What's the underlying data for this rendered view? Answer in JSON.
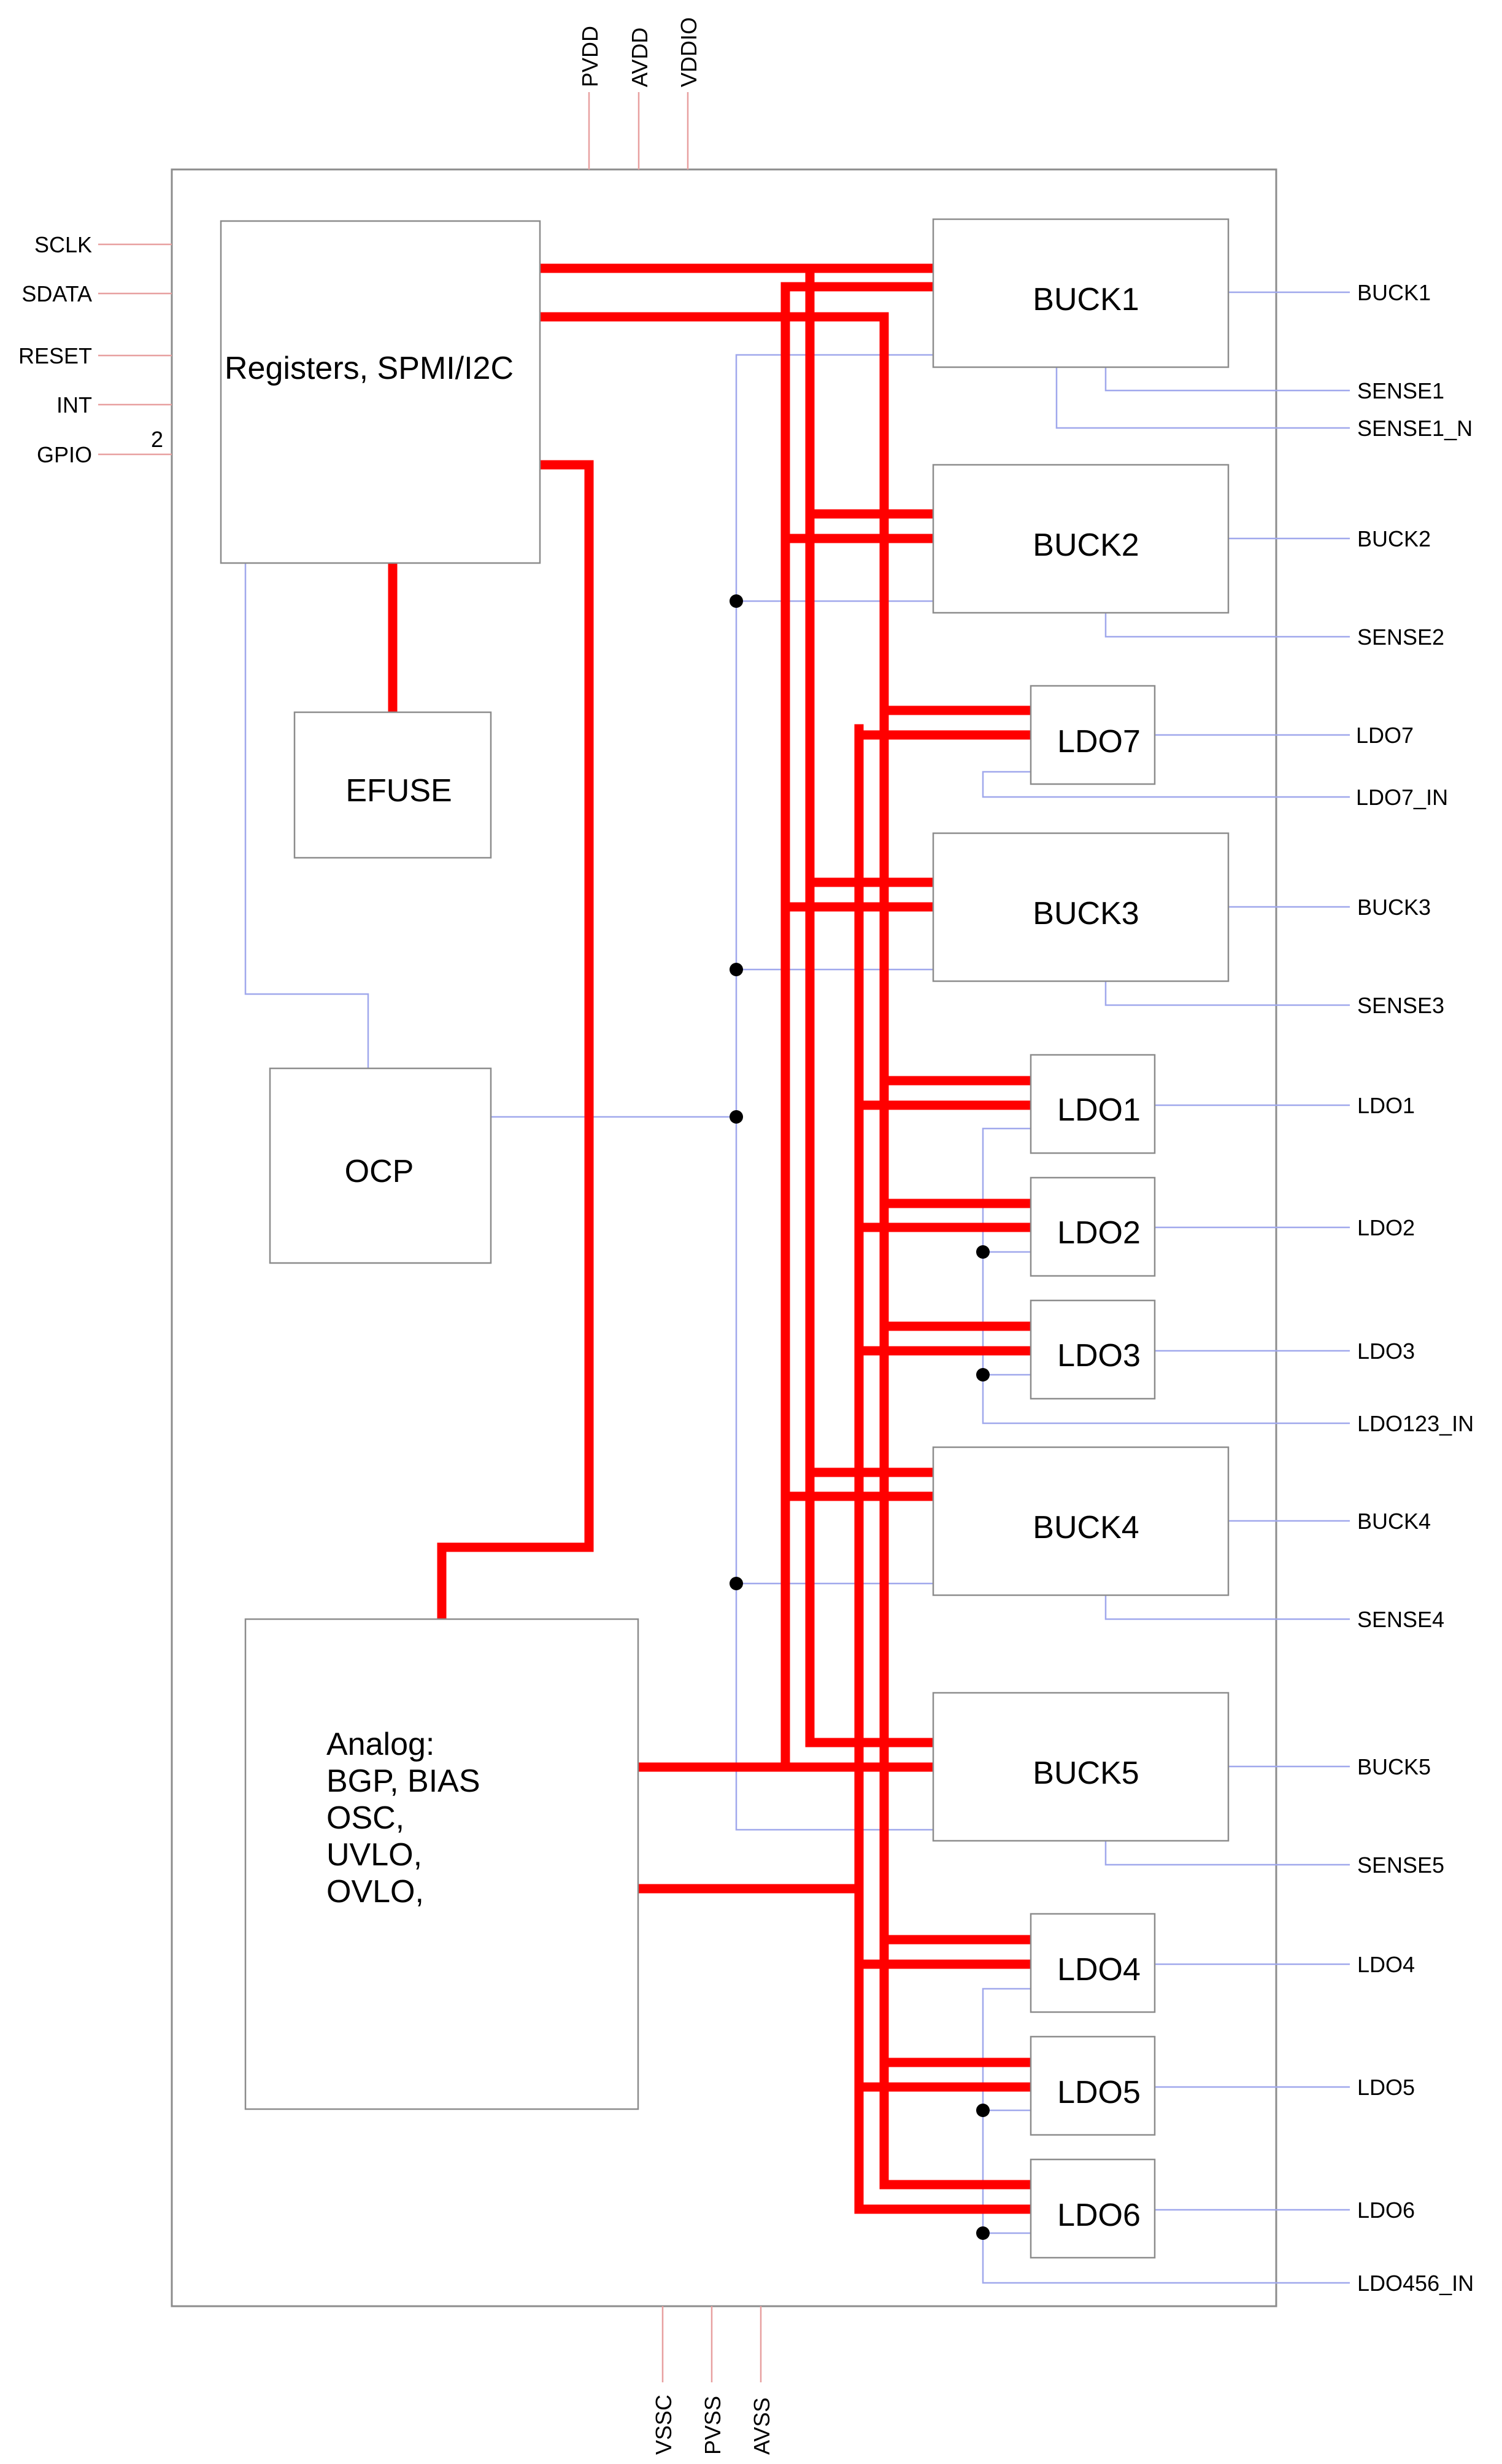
{
  "pins": {
    "top": [
      "PVDD",
      "AVDD",
      "VDDIO"
    ],
    "bottom": [
      "VSSC",
      "PVSS",
      "AVSS"
    ],
    "left": [
      "SCLK",
      "SDATA",
      "RESET",
      "INT",
      "GPIO"
    ],
    "gpio_count": "2",
    "right": [
      "BUCK1",
      "SENSE1",
      "SENSE1_N",
      "BUCK2",
      "SENSE2",
      "LDO7",
      "LDO7_IN",
      "BUCK3",
      "SENSE3",
      "LDO1",
      "LDO2",
      "LDO3",
      "LDO123_IN",
      "BUCK4",
      "SENSE4",
      "BUCK5",
      "SENSE5",
      "LDO4",
      "LDO5",
      "LDO6",
      "LDO456_IN"
    ]
  },
  "blocks": {
    "registers": "Registers, SPMI/I2C",
    "efuse": "EFUSE",
    "ocp": "OCP",
    "analog": [
      "Analog:",
      "BGP, BIAS",
      "OSC,",
      "UVLO,",
      "OVLO,"
    ],
    "buck1": "BUCK1",
    "buck2": "BUCK2",
    "buck3": "BUCK3",
    "buck4": "BUCK4",
    "buck5": "BUCK5",
    "ldo1": "LDO1",
    "ldo2": "LDO2",
    "ldo3": "LDO3",
    "ldo4": "LDO4",
    "ldo5": "LDO5",
    "ldo6": "LDO6",
    "ldo7": "LDO7"
  },
  "colors": {
    "bus": "#ff0000",
    "signal": "#a0a8ec",
    "pin_lead": "#e8a0a0",
    "block_border": "#8c8c8c"
  }
}
